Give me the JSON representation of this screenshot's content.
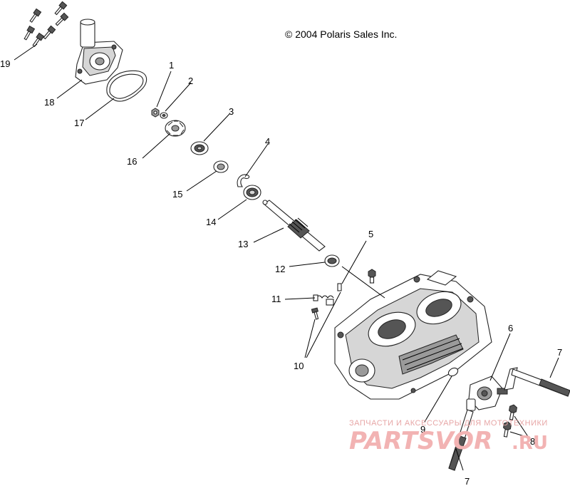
{
  "copyright": "© 2004 Polaris Sales Inc.",
  "callouts": {
    "c1": "1",
    "c2": "2",
    "c3": "3",
    "c4": "4",
    "c5": "5",
    "c6": "6",
    "c7a": "7",
    "c7b": "7",
    "c8": "8",
    "c9": "9",
    "c10": "10",
    "c11": "11",
    "c12": "12",
    "c13": "13",
    "c14": "14",
    "c15": "15",
    "c16": "16",
    "c17": "17",
    "c18": "18",
    "c19": "19"
  },
  "watermark": {
    "tagline": "ЗАПЧАСТИ И АКСЕССУАРЫ ДЛЯ МОТОТЕХНИКИ",
    "brand": "PARTSVOR",
    "tld": ".RU"
  },
  "colors": {
    "line": "#000000",
    "watermark": "#f2b3b3"
  }
}
